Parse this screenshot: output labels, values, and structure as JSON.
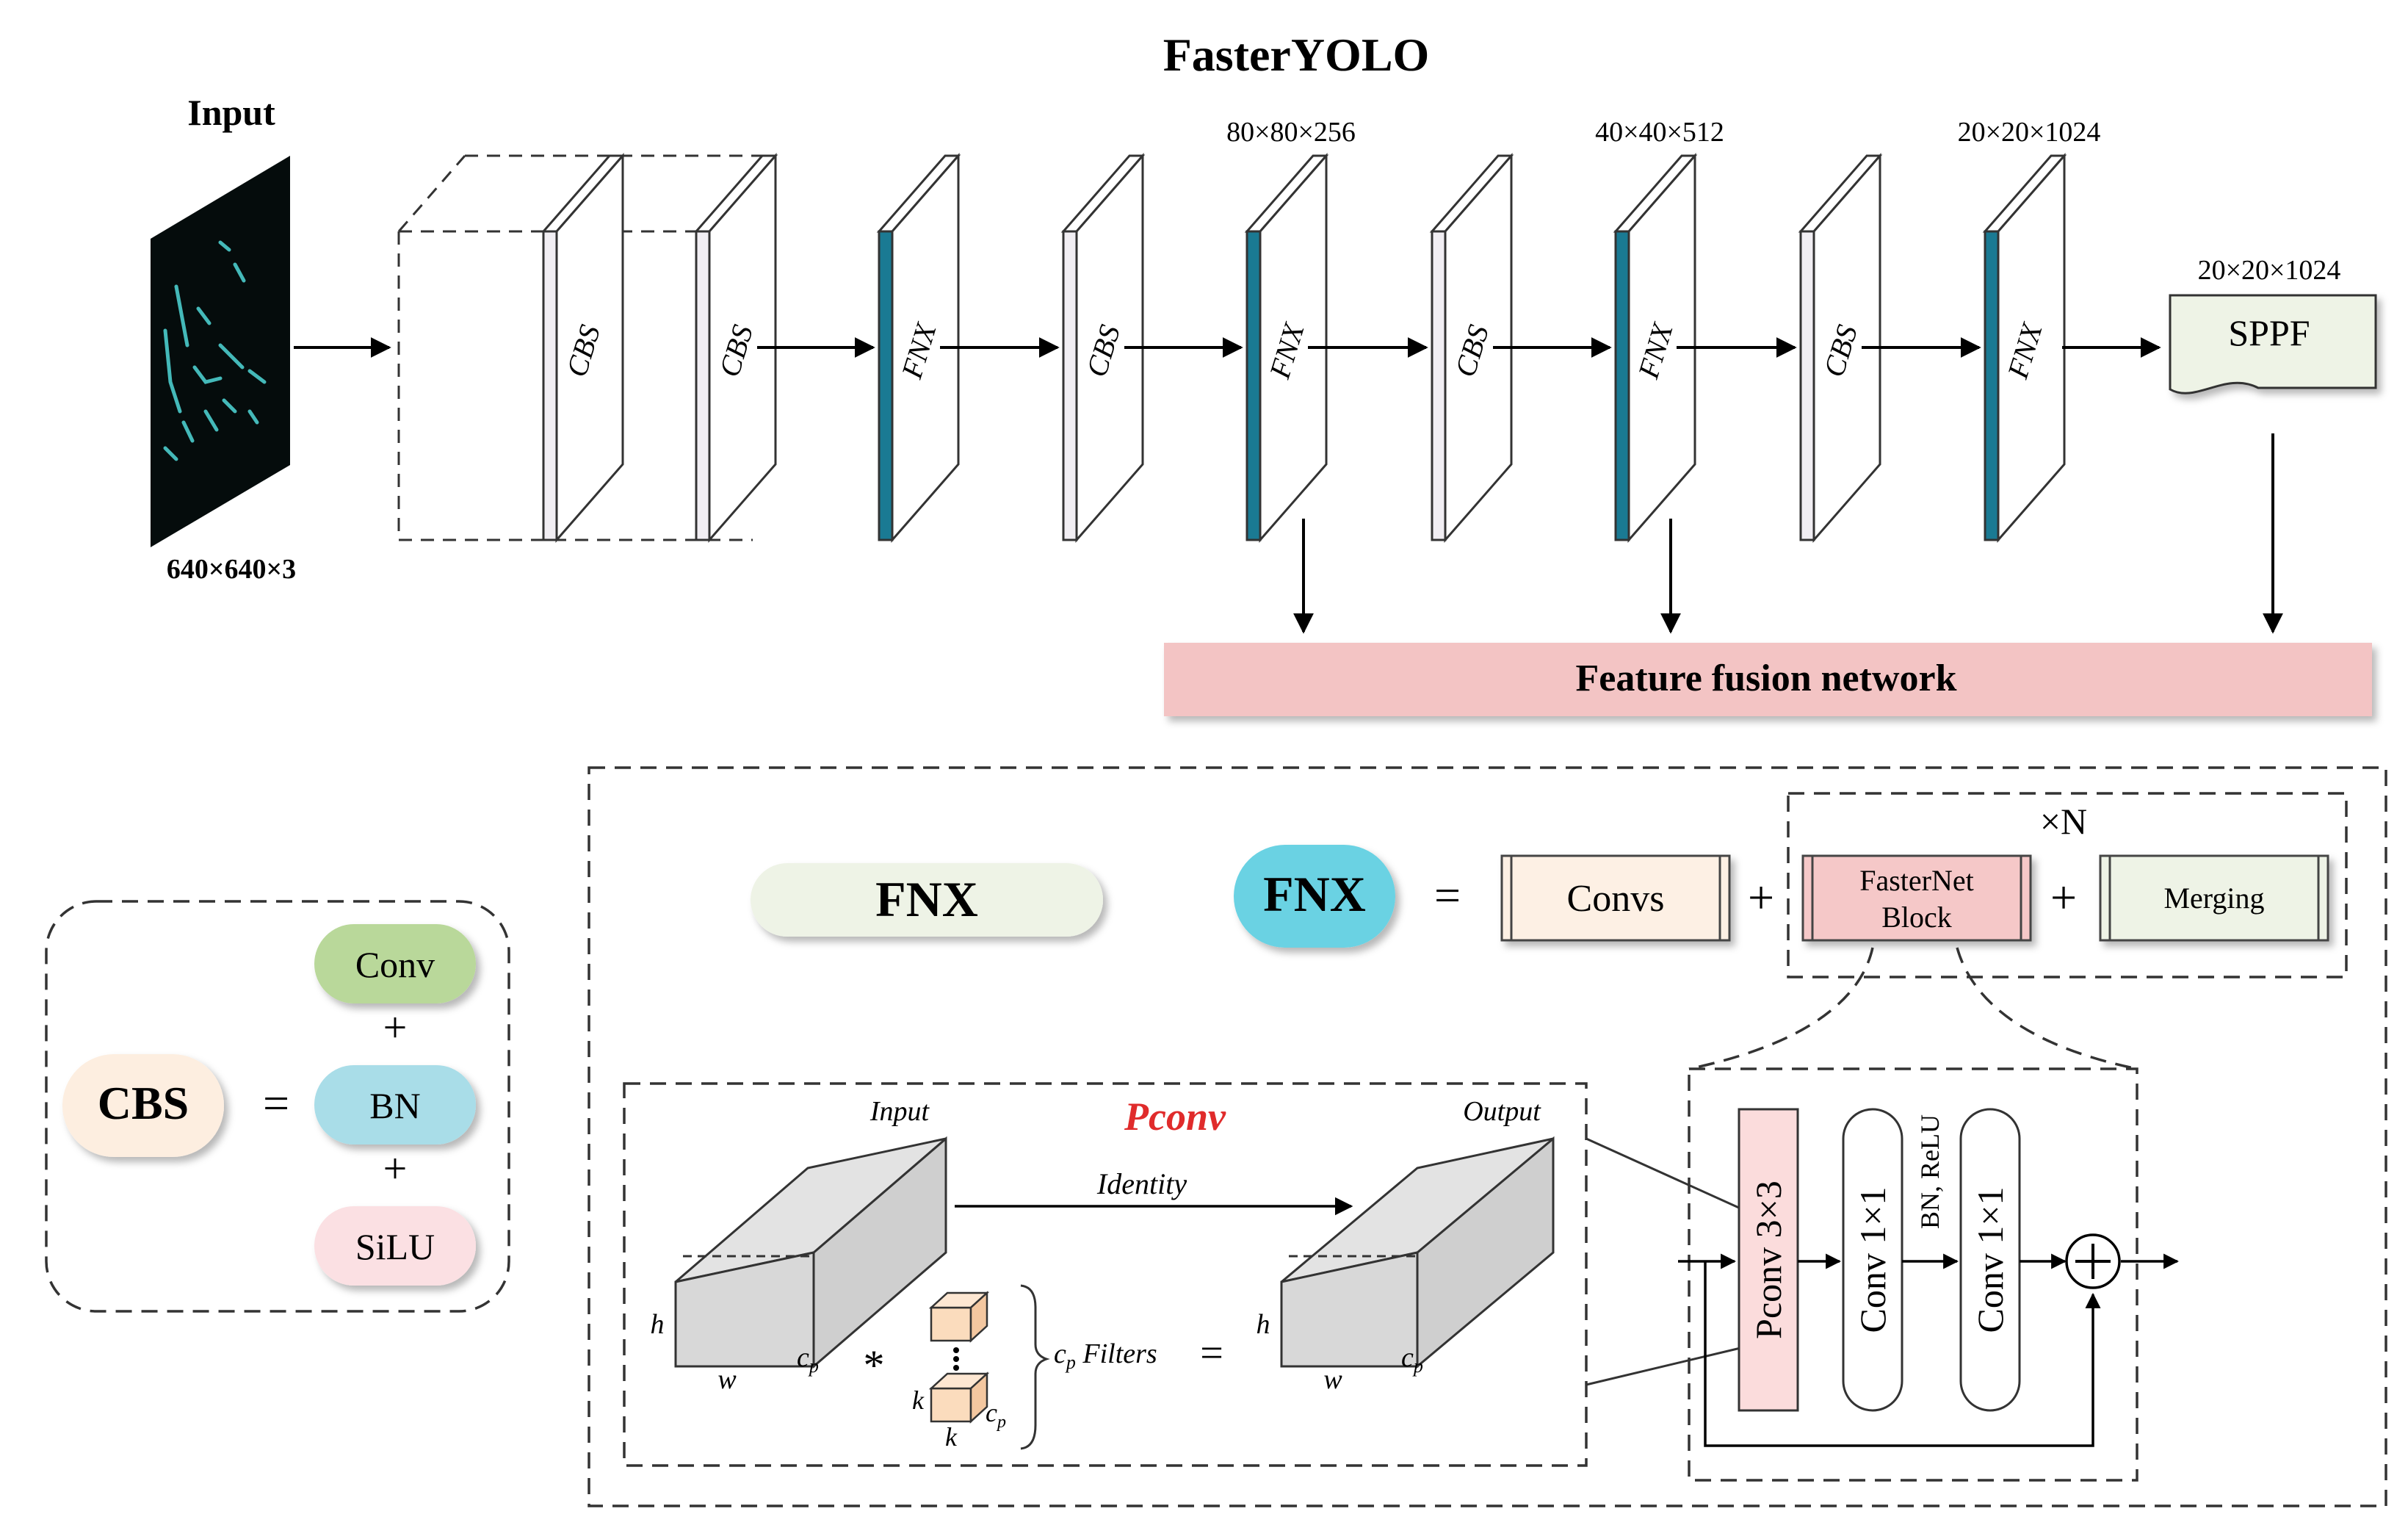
{
  "title": "FasterYOLO",
  "input": {
    "label": "Input",
    "size": "640×640×3"
  },
  "backbone": {
    "layers": [
      {
        "label": "CBS",
        "type": "cbs"
      },
      {
        "label": "CBS",
        "type": "cbs"
      },
      {
        "label": "FNX",
        "type": "fnx"
      },
      {
        "label": "CBS",
        "type": "cbs"
      },
      {
        "label": "FNX",
        "type": "fnx",
        "size": "80×80×256"
      },
      {
        "label": "CBS",
        "type": "cbs"
      },
      {
        "label": "FNX",
        "type": "fnx",
        "size": "40×40×512"
      },
      {
        "label": "CBS",
        "type": "cbs"
      },
      {
        "label": "FNX",
        "type": "fnx",
        "size": "20×20×1024"
      }
    ],
    "sppf": {
      "label": "SPPF",
      "size": "20×20×1024"
    }
  },
  "fusion": {
    "label": "Feature fusion network"
  },
  "cbs_legend": {
    "name": "CBS",
    "equals": "=",
    "items": [
      "Conv",
      "BN",
      "SiLU"
    ],
    "plus": "+"
  },
  "fnx_legend": {
    "pill_label": "FNX",
    "name": "FNX",
    "equals": "=",
    "convs": "Convs",
    "plus": "+",
    "block_line1": "FasterNet",
    "block_line2": "Block",
    "merging": "Merging",
    "repeat": "×N"
  },
  "pconv": {
    "title": "Pconv",
    "input": "Input",
    "output": "Output",
    "identity": "Identity",
    "h": "h",
    "w": "w",
    "cp": "c",
    "cp_sub": "p",
    "k": "k",
    "conv_op": "*",
    "equals": "=",
    "filters": "Filters"
  },
  "block": {
    "pconv": "Pconv 3×3",
    "conv1": "Conv 1×1",
    "bnrelu": "BN, ReLU",
    "conv2": "Conv 1×1"
  },
  "colors": {
    "fnx_stripe": "#1a7a93",
    "fusion": "#f3c4c4",
    "sppf": "#eef3e6",
    "cbs_pill": "#fdeee0",
    "conv_pill": "#b9d89a",
    "bn_pill": "#a9dde8",
    "silu_pill": "#fbe0e3",
    "fnx_pill": "#eef3e6",
    "fnx_name": "#6ad2e3",
    "convs_box": "#fdf0e4",
    "block_box": "#f5c8c8",
    "merging_box": "#eef3e6",
    "pconv_title": "#e02b2b",
    "filter": "#fbdcbd"
  },
  "icons": [
    "right-arrow-icon",
    "down-arrow-icon",
    "sum-circle-icon"
  ]
}
